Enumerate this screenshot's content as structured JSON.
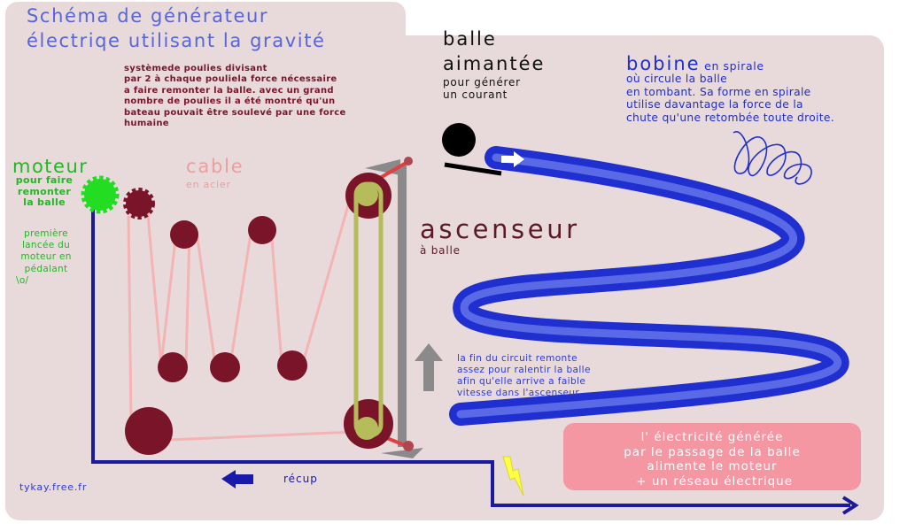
{
  "title": {
    "line1": "Schéma de générateur",
    "line2": "électriqe utilisant la gravité"
  },
  "pulley_note": {
    "line1": "systèmede poulies divisant",
    "line2": "par 2 à chaque pouliela force nécessaire",
    "line3": "a faire remonter la balle. avec un grand",
    "line4": "nombre de poulies il a été montré qu'un",
    "line5": "bateau pouvait être soulevé par une force",
    "line6": "humaine"
  },
  "moteur": {
    "title": "moteur",
    "line1": "pour faire",
    "line2": "remonter",
    "line3": "la balle"
  },
  "first_launch": {
    "line1": "première",
    "line2": "lancée du",
    "line3": "moteur en",
    "line4": "pédalant",
    "line5": "\\o/"
  },
  "cable": {
    "title": "cable",
    "sub": "en acier"
  },
  "ball": {
    "line1": "balle",
    "line2": "aimantée",
    "sub1": "pour générer",
    "sub2": "un courant"
  },
  "coil": {
    "title": "bobine",
    "title_suffix": " en spirale",
    "line1": "où circule la balle",
    "line2": "en tombant. Sa forme en spirale",
    "line3": "utilise davantage la force de la",
    "line4": "chute qu'une retombée toute droite."
  },
  "elevator": {
    "title": "ascenseur",
    "sub": "à balle"
  },
  "circuit_end": {
    "line1": "la fin du circuit remonte",
    "line2": "assez pour ralentir la balle",
    "line3": "afin qu'elle arrive a faible",
    "line4": "vitesse dans l'ascenseur"
  },
  "electricity": {
    "line1": "l' électricité générée",
    "line2": "par le passage de la balle",
    "line3": "alimente le moteur",
    "line4": " + un réseau électrique"
  },
  "recup": "récup",
  "credit": "tykay.free.fr",
  "colors": {
    "panel": "#e8d9db",
    "title_blue": "#5866d6",
    "dark_blue_line": "#1a1a9a",
    "coil_blue": "#1f2fd0",
    "pulley": "#7a1428",
    "cable_pink": "#f4b4b4",
    "motor_green": "#22dd22",
    "elevator_olive": "#b4bd5a",
    "grey": "#8a8a8a",
    "red_link": "#e24040",
    "pink_box": "#f596a3",
    "lightning_yellow": "#ffff44"
  }
}
